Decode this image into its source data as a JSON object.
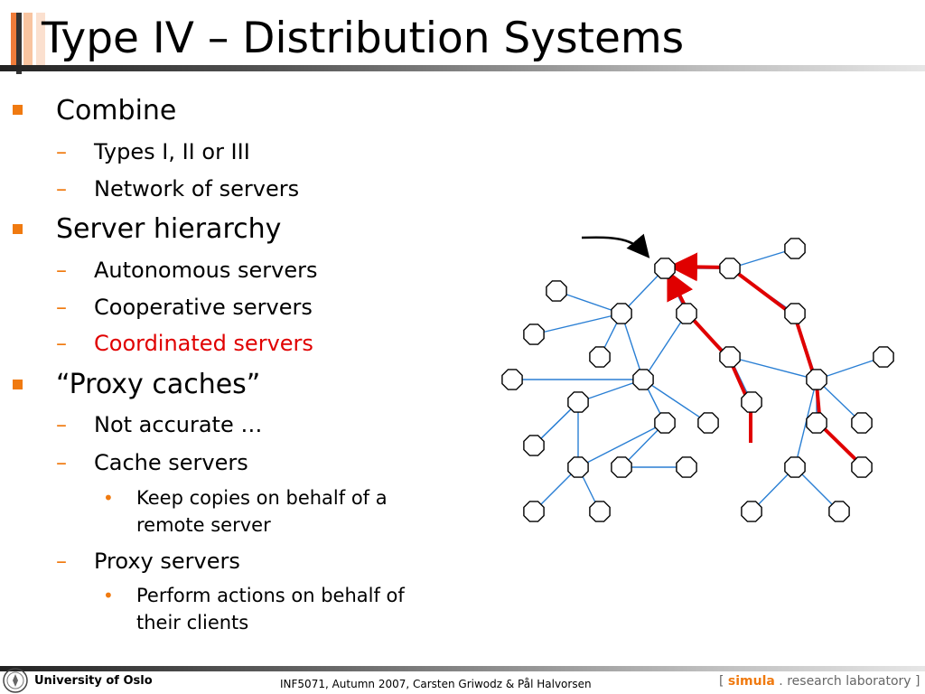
{
  "slide": {
    "title": "Type IV – Distribution Systems"
  },
  "bullets": {
    "combine": "Combine",
    "types": "Types I, II or III",
    "network": "Network of servers",
    "hierarchy": "Server hierarchy",
    "autonomous": "Autonomous servers",
    "cooperative": "Cooperative servers",
    "coordinated": "Coordinated servers",
    "proxy_caches": "“Proxy caches”",
    "not_accurate": "Not accurate …",
    "cache_servers": "Cache servers",
    "keep_copies_1": "Keep copies on behalf of a",
    "keep_copies_2": "remote server",
    "proxy_servers": "Proxy servers",
    "perform_1": "Perform actions on behalf of",
    "perform_2": "their clients"
  },
  "markers": {
    "dash": "–",
    "dot": "•"
  },
  "colors": {
    "accent": "#f07a10",
    "highlight": "#e00000",
    "link": "#2a7fd4",
    "path": "#e00000"
  },
  "footer": {
    "university": "University of Oslo",
    "course": "INF5071,  Autumn 2007,  Carsten Griwodz & Pål Halvorsen",
    "lab_open": "[ ",
    "lab_name": "simula",
    "lab_rest": " . research laboratory ]"
  }
}
